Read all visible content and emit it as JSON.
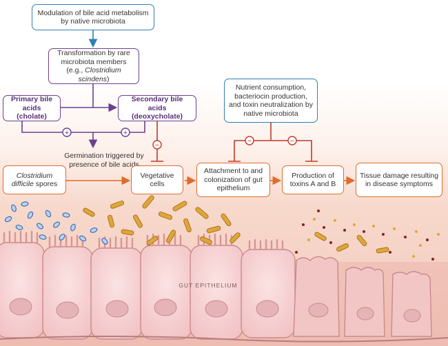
{
  "boxes": {
    "modulation": "Modulation of bile acid metabolism by native microbiota",
    "transformation": [
      "Transformation by rare",
      "microbiota members",
      "(e.g., ",
      "Clostridium scindens",
      ")"
    ],
    "primary": [
      "Primary bile acids",
      "(cholate)"
    ],
    "secondary": [
      "Secondary bile acids",
      "(deoxycholate)"
    ],
    "nutrient": "Nutrient consumption, bacteriocin production, and toxin neutralization by native microbiota",
    "germination": "Germination triggered by presence of bile acids",
    "spores": [
      "Clostridium",
      "difficile",
      " spores"
    ],
    "vegetative": "Vegetative cells",
    "attachment": "Attachment to and colonization of gut epithelium",
    "production": "Production of toxins A and B",
    "tissue": "Tissue damage resulting in disease symptoms"
  },
  "signs": {
    "plus": "+",
    "minus": "−"
  },
  "epithelium_label": "GUT EPITHELIUM",
  "colors": {
    "blue": "#2f7fb5",
    "purple": "#6b3f8f",
    "orange": "#e06b2a",
    "red": "#c0392b"
  }
}
